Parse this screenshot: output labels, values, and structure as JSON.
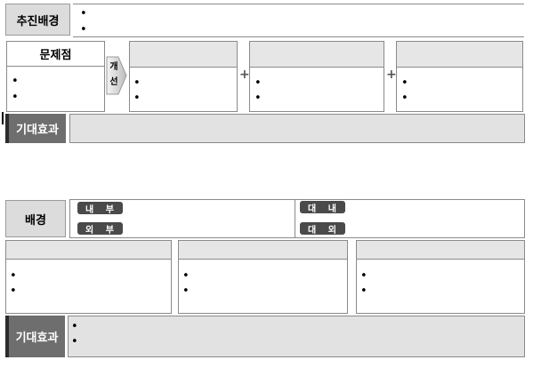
{
  "top": {
    "background_label": "추진배경",
    "problem_label": "문제점",
    "improve_label": "개선",
    "plus": "+",
    "bullet": "•",
    "effect_label": "기대효과"
  },
  "bottom": {
    "background_label": "배경",
    "internal_label": "내 부",
    "external_label": "외 부",
    "domestic_label": "대 내",
    "foreign_label": "대 외",
    "bullet": "•",
    "effect_label": "기대효과"
  },
  "colors": {
    "label_dark": "#6e6e6e",
    "header_gray": "#dcdcdc",
    "pill": "#4a4a4a"
  }
}
